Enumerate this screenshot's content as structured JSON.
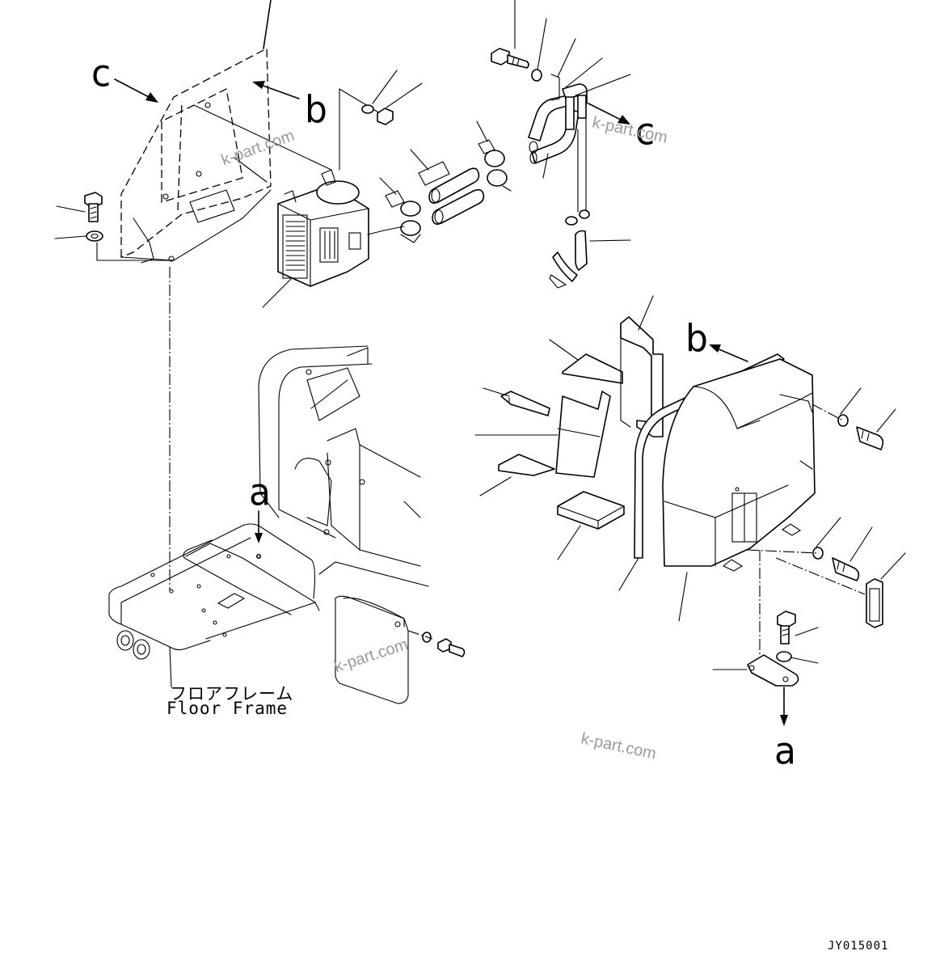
{
  "labels": {
    "arrow_c_left": "c",
    "arrow_b_top": "b",
    "arrow_c_right": "c",
    "arrow_b_right": "b",
    "arrow_a_center": "a",
    "arrow_a_bottom": "a"
  },
  "floor_frame": {
    "label_jp": "フロアフレーム",
    "label_en": "Floor Frame"
  },
  "watermark": "k-part.com",
  "drawing_code": "JY015001"
}
